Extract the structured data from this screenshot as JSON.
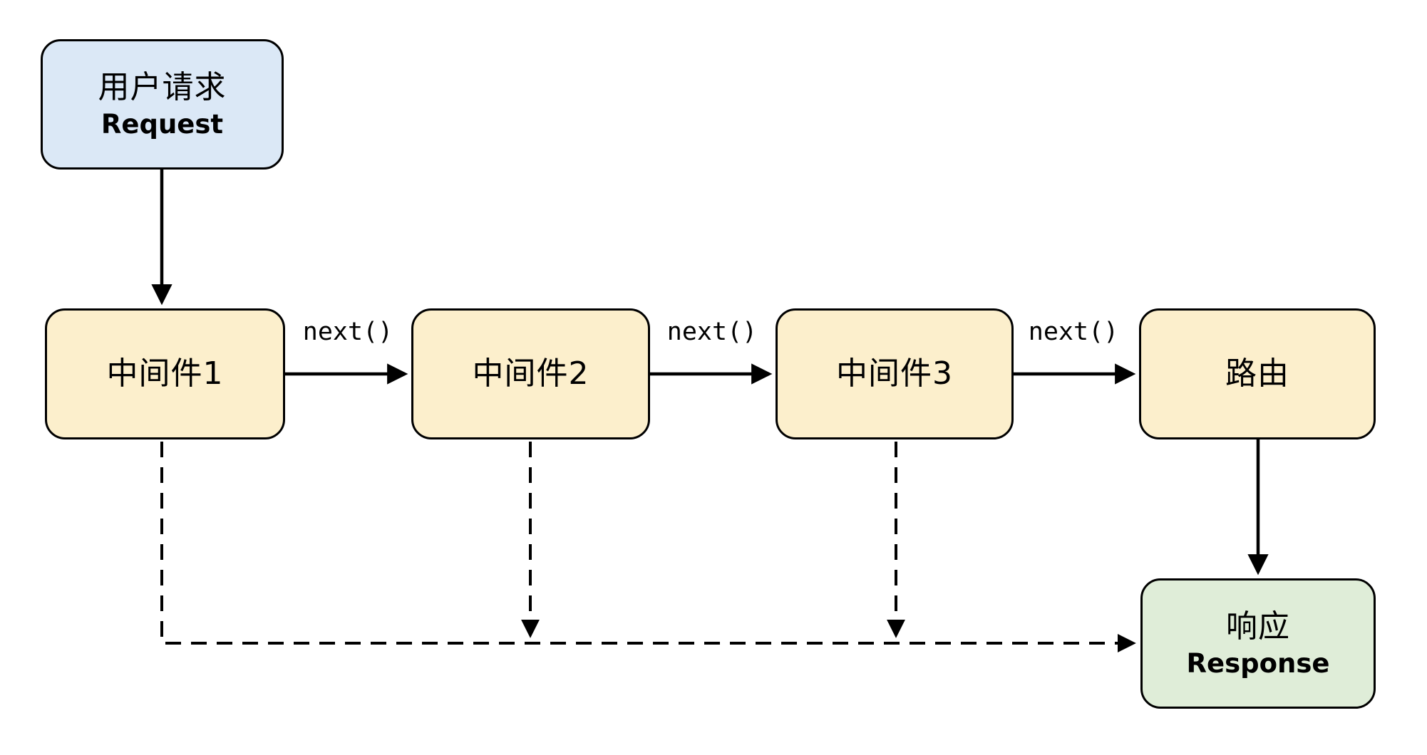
{
  "nodes": {
    "request": {
      "label_zh": "用户请求",
      "label_en": "Request",
      "fill": "#dbe8f6"
    },
    "mw1": {
      "label": "中间件1",
      "fill": "#fcefcc"
    },
    "mw2": {
      "label": "中间件2",
      "fill": "#fcefcc"
    },
    "mw3": {
      "label": "中间件3",
      "fill": "#fcefcc"
    },
    "router": {
      "label": "路由",
      "fill": "#fcefcc"
    },
    "response": {
      "label_zh": "响应",
      "label_en": "Response",
      "fill": "#dfedd8"
    }
  },
  "edge_labels": {
    "next1": "next()",
    "next2": "next()",
    "next3": "next()"
  },
  "colors": {
    "stroke": "#000000",
    "background": "#ffffff",
    "request_fill": "#dbe8f6",
    "middleware_fill": "#fcefcc",
    "response_fill": "#dfedd8"
  }
}
